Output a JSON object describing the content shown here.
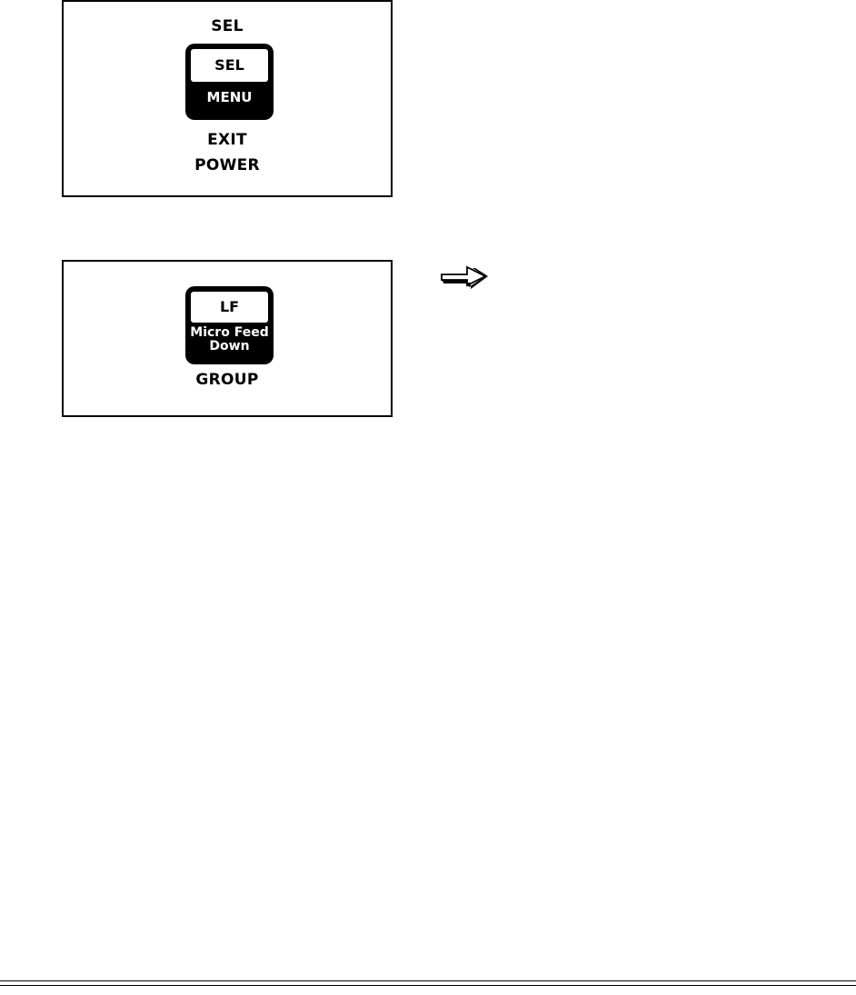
{
  "panel1": {
    "label_top": "SEL",
    "key_top": "SEL",
    "key_bottom": "MENU",
    "label_bottom_1": "EXIT",
    "label_bottom_2": "POWER"
  },
  "panel2": {
    "key_top": "LF",
    "key_bottom_1": "Micro Feed",
    "key_bottom_2": "Down",
    "label_bottom": "GROUP"
  },
  "icons": {
    "arrow": "right-arrow-icon"
  }
}
